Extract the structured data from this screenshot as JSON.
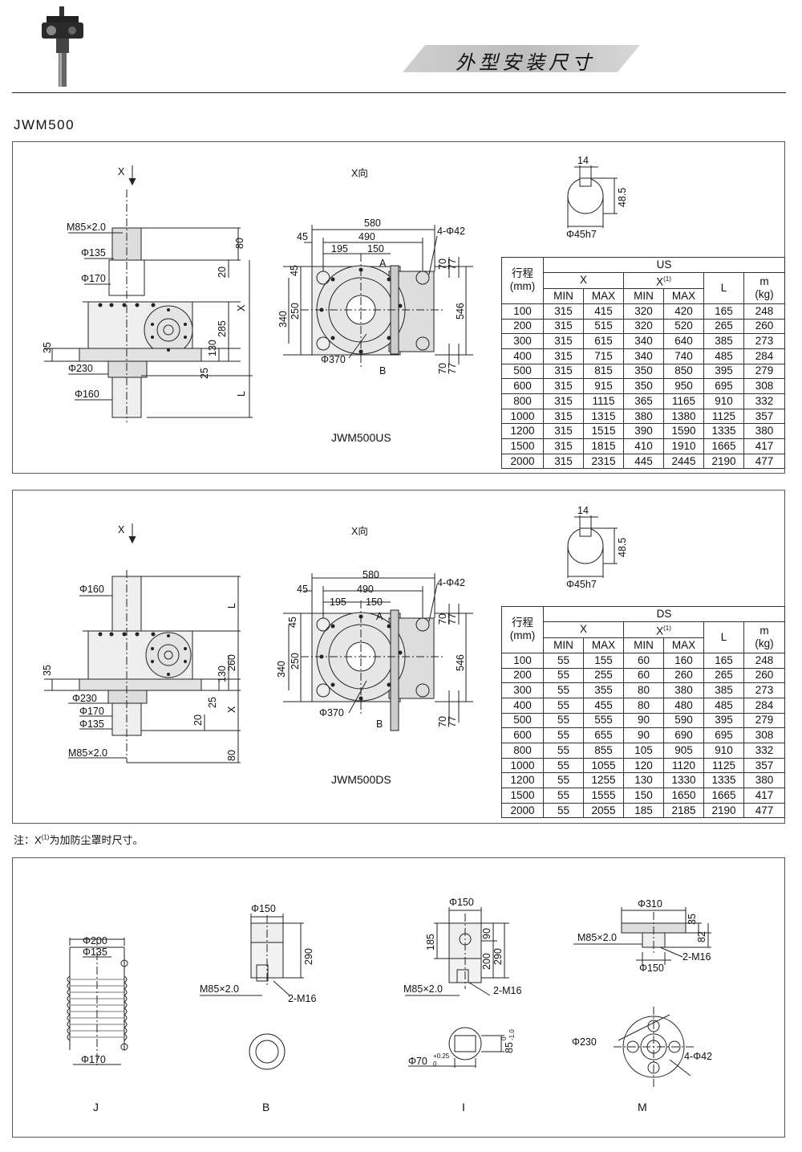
{
  "header": {
    "section_title": "外型安装尺寸",
    "model_title": "JWM500"
  },
  "colors": {
    "line": "#222222",
    "fill": "#b0b0b0",
    "dark": "#333333"
  },
  "us_section": {
    "caption": "JWM500US",
    "side": {
      "x_label": "X",
      "m": "M85×2.0",
      "d135": "Φ135",
      "d170": "Φ170",
      "d230": "Φ230",
      "d160": "Φ160",
      "d80": "80",
      "d20": "20",
      "dx": "X",
      "d285": "285",
      "d130": "130",
      "d25": "25",
      "dL": "L",
      "d35": "35"
    },
    "top": {
      "view_label": "X向",
      "d580": "580",
      "d45": "45",
      "d490": "490",
      "d195": "195",
      "d150": "150",
      "holes": "4-Φ42",
      "A": "A",
      "B": "B",
      "d45v": "45",
      "d340": "340",
      "d250": "250",
      "d370": "Φ370",
      "d70a": "70",
      "d77a": "77",
      "d546": "546",
      "d70b": "70",
      "d77b": "77"
    },
    "shaft": {
      "d14": "14",
      "d48": "48.5",
      "d45h7": "Φ45h7"
    },
    "table": {
      "title": "US",
      "col_stroke": "行程",
      "col_stroke_unit": "(mm)",
      "col_x": "X",
      "col_x1": "X",
      "col_x1_sup": "(1)",
      "col_l": "L",
      "col_m": "m",
      "col_m_unit": "(kg)",
      "min": "MIN",
      "max": "MAX",
      "rows": [
        [
          "100",
          "315",
          "415",
          "320",
          "420",
          "165",
          "248"
        ],
        [
          "200",
          "315",
          "515",
          "320",
          "520",
          "265",
          "260"
        ],
        [
          "300",
          "315",
          "615",
          "340",
          "640",
          "385",
          "273"
        ],
        [
          "400",
          "315",
          "715",
          "340",
          "740",
          "485",
          "284"
        ],
        [
          "500",
          "315",
          "815",
          "350",
          "850",
          "395",
          "279"
        ],
        [
          "600",
          "315",
          "915",
          "350",
          "950",
          "695",
          "308"
        ],
        [
          "800",
          "315",
          "1115",
          "365",
          "1165",
          "910",
          "332"
        ],
        [
          "1000",
          "315",
          "1315",
          "380",
          "1380",
          "1125",
          "357"
        ],
        [
          "1200",
          "315",
          "1515",
          "390",
          "1590",
          "1335",
          "380"
        ],
        [
          "1500",
          "315",
          "1815",
          "410",
          "1910",
          "1665",
          "417"
        ],
        [
          "2000",
          "315",
          "2315",
          "445",
          "2445",
          "2190",
          "477"
        ]
      ]
    }
  },
  "ds_section": {
    "caption": "JWM500DS",
    "side": {
      "x_label": "X",
      "d160": "Φ160",
      "dL": "L",
      "d35": "35",
      "d260": "260",
      "d130": "130",
      "d230": "Φ230",
      "d170": "Φ170",
      "d135": "Φ135",
      "d25": "25",
      "dx": "X",
      "d20": "20",
      "m": "M85×2.0",
      "d80": "80"
    },
    "top": {
      "view_label": "X向",
      "d580": "580",
      "d45": "45",
      "d490": "490",
      "d195": "195",
      "d150": "150",
      "holes": "4-Φ42",
      "A": "A",
      "B": "B",
      "d45v": "45",
      "d340": "340",
      "d250": "250",
      "d370": "Φ370",
      "d70a": "70",
      "d77a": "77",
      "d546": "546",
      "d70b": "70",
      "d77b": "77"
    },
    "shaft": {
      "d14": "14",
      "d48": "48.5",
      "d45h7": "Φ45h7"
    },
    "table": {
      "title": "DS",
      "col_stroke": "行程",
      "col_stroke_unit": "(mm)",
      "col_x": "X",
      "col_x1": "X",
      "col_x1_sup": "(1)",
      "col_l": "L",
      "col_m": "m",
      "col_m_unit": "(kg)",
      "min": "MIN",
      "max": "MAX",
      "rows": [
        [
          "100",
          "55",
          "155",
          "60",
          "160",
          "165",
          "248"
        ],
        [
          "200",
          "55",
          "255",
          "60",
          "260",
          "265",
          "260"
        ],
        [
          "300",
          "55",
          "355",
          "80",
          "380",
          "385",
          "273"
        ],
        [
          "400",
          "55",
          "455",
          "80",
          "480",
          "485",
          "284"
        ],
        [
          "500",
          "55",
          "555",
          "90",
          "590",
          "395",
          "279"
        ],
        [
          "600",
          "55",
          "655",
          "90",
          "690",
          "695",
          "308"
        ],
        [
          "800",
          "55",
          "855",
          "105",
          "905",
          "910",
          "332"
        ],
        [
          "1000",
          "55",
          "1055",
          "120",
          "1120",
          "1125",
          "357"
        ],
        [
          "1200",
          "55",
          "1255",
          "130",
          "1330",
          "1335",
          "380"
        ],
        [
          "1500",
          "55",
          "1555",
          "150",
          "1650",
          "1665",
          "417"
        ],
        [
          "2000",
          "55",
          "2055",
          "185",
          "2185",
          "2190",
          "477"
        ]
      ]
    }
  },
  "note": {
    "prefix": "注：X",
    "sup": "(1)",
    "text": "为加防尘罩时尺寸。"
  },
  "accessories": {
    "J": {
      "label": "J",
      "d200": "Φ200",
      "d135": "Φ135",
      "d170": "Φ170"
    },
    "B": {
      "label": "B",
      "d150": "Φ150",
      "d290": "290",
      "m": "M85×2.0",
      "m16": "2-M16"
    },
    "I": {
      "label": "I",
      "d150": "Φ150",
      "d185": "185",
      "d90": "90",
      "d200": "200",
      "d290": "290",
      "m": "M85×2.0",
      "m16": "2-M16",
      "d70": "Φ70",
      "d70tol": "+0.25",
      "d70tol2": "0",
      "d85": "85",
      "d85tol": "0",
      "d85tol2": "-1.0"
    },
    "M": {
      "label": "M",
      "d310": "Φ310",
      "d35": "35",
      "d82": "82",
      "m": "M85×2.0",
      "m16": "2-M16",
      "d150": "Φ150",
      "d230": "Φ230",
      "holes": "4-Φ42"
    }
  }
}
